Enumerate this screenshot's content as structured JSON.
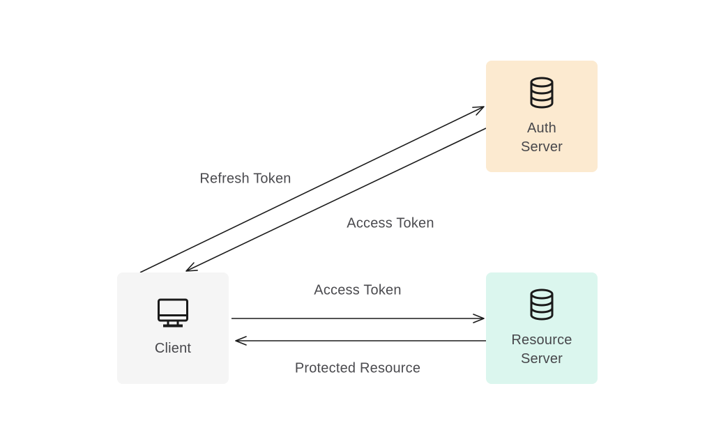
{
  "diagram": {
    "nodes": {
      "auth": {
        "label": "Auth Server",
        "icon": "database-icon"
      },
      "client": {
        "label": "Client",
        "icon": "monitor-icon"
      },
      "resource": {
        "label": "Resource Server",
        "icon": "database-icon"
      }
    },
    "edges": {
      "refresh_token": {
        "label": "Refresh Token",
        "from": "client",
        "to": "auth"
      },
      "access_token_auth": {
        "label": "Access Token",
        "from": "auth",
        "to": "client"
      },
      "access_token_res": {
        "label": "Access Token",
        "from": "client",
        "to": "resource"
      },
      "protected_resource": {
        "label": "Protected Resource",
        "from": "resource",
        "to": "client"
      }
    },
    "colors": {
      "auth_bg": "#fcead0",
      "client_bg": "#f5f5f5",
      "resource_bg": "#dbf6ee",
      "text": "#47474b",
      "line": "#1a1a1a",
      "background": "#ffffff"
    }
  }
}
